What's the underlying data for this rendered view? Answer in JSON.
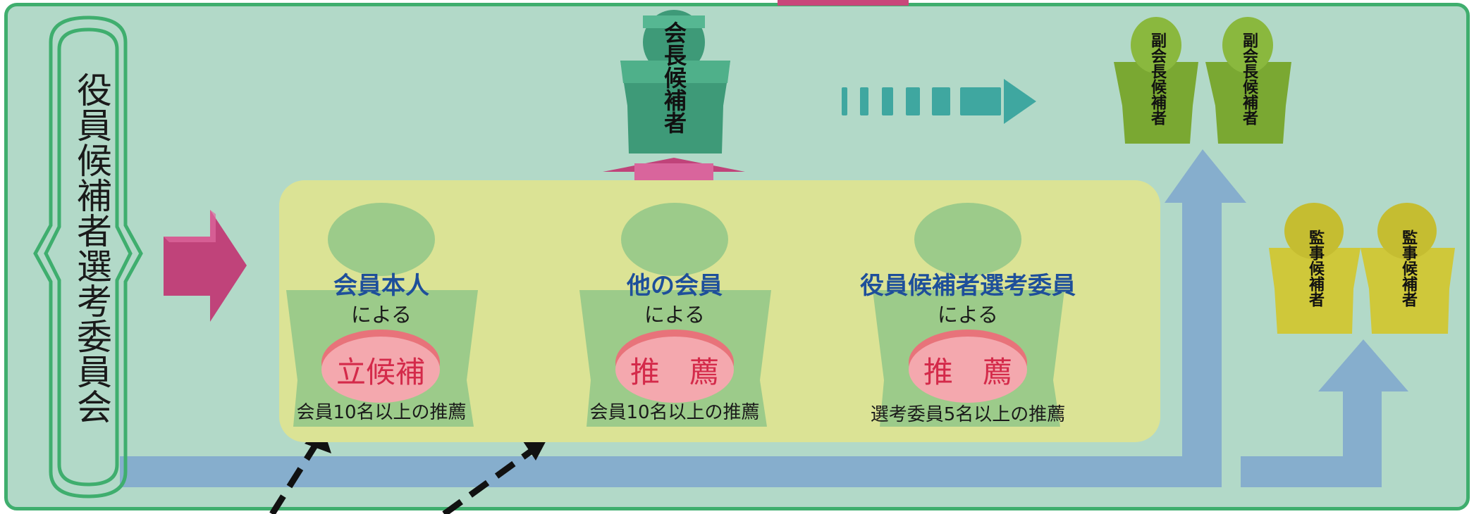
{
  "committee": {
    "title": "役員候補者選考委員会"
  },
  "candidates": {
    "president": "会長候補者",
    "vice_president": "副会長候補者",
    "auditor": "監事候補者"
  },
  "paths": [
    {
      "who": "会員本人",
      "by": "による",
      "method": "立候補",
      "requirement": "会員10名以上の推薦"
    },
    {
      "who": "他の会員",
      "by": "による",
      "method": "推　薦",
      "requirement": "会員10名以上の推薦"
    },
    {
      "who": "役員候補者選考委員",
      "by": "による",
      "method": "推　薦",
      "requirement": "選考委員5名以上の推薦"
    }
  ],
  "colors": {
    "background": "#b2d9c8",
    "border": "#3fae6e",
    "panel": "#dbe395",
    "person": "#9ccb8a",
    "president": "#3e9a78",
    "vice_president": "#7aa832",
    "auditor": "#cfc83a",
    "flow_arrow": "#86aecd",
    "pink_arrow": "#c0437a",
    "teal_arrow": "#3fa7a0",
    "accent_top": "#c9467a"
  },
  "icons": {
    "big_arrow": "pink-right-arrow-icon",
    "up_arrow": "pink-up-arrow-icon",
    "progress_arrow": "teal-dashed-arrow-icon",
    "flow": "blue-flow-arrow-icon",
    "dashed": "black-dashed-arrow-icon"
  }
}
